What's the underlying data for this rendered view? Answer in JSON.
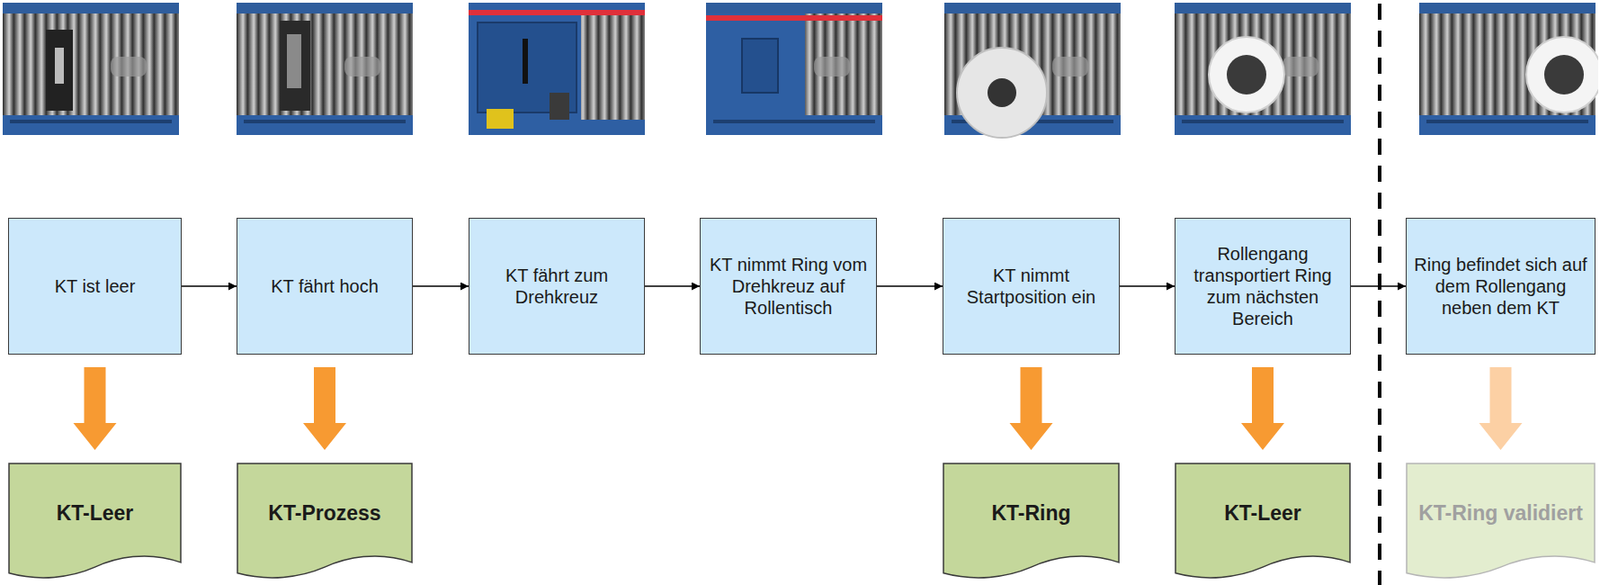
{
  "diagram": {
    "nodes": [
      {
        "text": [
          "KT ist leer"
        ]
      },
      {
        "text": [
          "KT fährt hoch"
        ]
      },
      {
        "text": [
          "KT fährt zum Drehkreuz"
        ]
      },
      {
        "text": [
          "KT nimmt Ring vom Drehkreuz auf Rollentisch"
        ]
      },
      {
        "text": [
          "KT nimmt Startposition ein"
        ]
      },
      {
        "text": [
          "Rollengang transportiert Ring zum nächsten Bereich"
        ]
      },
      {
        "text": [
          "Ring befindet sich auf dem Rollengang neben dem KT"
        ]
      },
      {
        "text": [
          "KT-Leer"
        ]
      },
      {
        "text": [
          "KT-Prozess"
        ]
      },
      {
        "text": [
          "KT-Ring"
        ]
      },
      {
        "text": [
          "KT-Leer"
        ]
      },
      {
        "text": [
          "KT-Ring validiert"
        ]
      }
    ],
    "edges": [
      {
        "from": 0,
        "to": 1,
        "arrow": "to"
      },
      {
        "from": 1,
        "to": 2,
        "arrow": "to"
      },
      {
        "from": 2,
        "to": 3,
        "arrow": "to"
      },
      {
        "from": 3,
        "to": 4,
        "arrow": "to"
      },
      {
        "from": 4,
        "to": 5,
        "arrow": "to"
      },
      {
        "from": 5,
        "to": 6,
        "arrow": "to"
      },
      {
        "from": 0,
        "to": 7,
        "arrow": "to"
      },
      {
        "from": 1,
        "to": 8,
        "arrow": "to"
      },
      {
        "from": 4,
        "to": 9,
        "arrow": "to"
      },
      {
        "from": 5,
        "to": 10,
        "arrow": "to"
      },
      {
        "from": 6,
        "to": 11,
        "arrow": "to"
      }
    ]
  }
}
